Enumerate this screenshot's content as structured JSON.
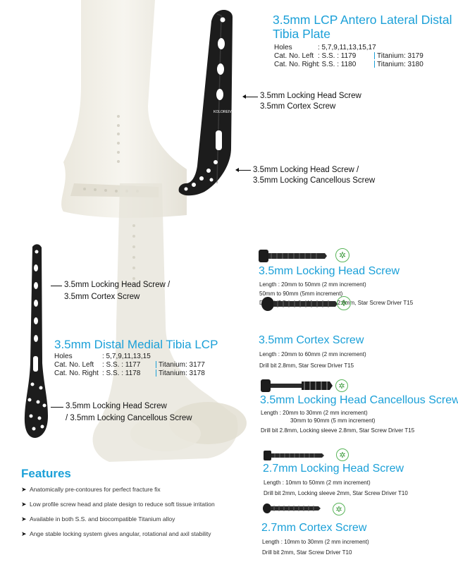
{
  "top_plate": {
    "title_line1": "3.5mm LCP Antero Lateral Distal",
    "title_line2": "Tibia Plate",
    "holes_label": "Holes",
    "holes_value": ": 5,7,9,11,13,15,17",
    "left_label": "Cat. No. Left",
    "left_ss": ": S.S. : 1179",
    "left_ti": "Titanium: 3179",
    "right_label": "Cat. No. Right",
    "right_ss": ": S.S. : 1180",
    "right_ti": "Titanium: 3180",
    "callout1_line1": "3.5mm Locking Head Screw",
    "callout1_line2": "3.5mm Cortex Screw",
    "callout2_line1": "3.5mm Locking Head Screw /",
    "callout2_line2": "3.5mm Locking Cancellous Screw"
  },
  "medial_plate": {
    "title": "3.5mm Distal Medial Tibia LCP",
    "holes_label": "Holes",
    "holes_value": ": 5,7,9,11,13,15",
    "left_label": "Cat. No. Left",
    "left_ss": ": S.S. : 1177",
    "left_ti": "Titanium: 3177",
    "right_label": "Cat. No. Right",
    "right_ss": ": S.S. : 1178",
    "right_ti": "Titanium: 3178",
    "callout1_line1": "3.5mm Locking Head Screw /",
    "callout1_line2": "3.5mm Cortex Screw",
    "callout2_line1": "3.5mm Locking Head Screw",
    "callout2_line2": "/ 3.5mm Locking Cancellous Screw"
  },
  "features": {
    "heading": "Features",
    "items": [
      "Anatomically pre-contoures for perfect fracture fix",
      "Low profile screw head and plate design to reduce soft tissue irritation",
      "Available in both S.S. and biocompatible Titanium alloy",
      "Ange stable locking system gives angular, rotational and axil stability"
    ]
  },
  "screws": [
    {
      "title": "3.5mm Locking Head Screw",
      "lines": [
        "Length : 20mm to 50mm (2 mm increment)",
        "50mm to 90mm (5mm increment)",
        "Drill bit 2.8mm, Locking sleeve 2.8mm, Star Screw Driver T15"
      ]
    },
    {
      "title": "3.5mm Cortex Screw",
      "lines": [
        "Length : 20mm to 60mm (2 mm increment)",
        "Drill bit 2.8mm, Star Screw Driver T15"
      ]
    },
    {
      "title": "3.5mm Locking Head Cancellous Screw",
      "lines": [
        "Length : 20mm to 30mm (2 mm increment)",
        "30mm to 90mm (5 mm increment)",
        "Drill bit 2.8mm, Locking sleeve 2.8mm, Star Screw Driver T15"
      ]
    },
    {
      "title": "2.7mm Locking Head Screw",
      "lines": [
        "Length : 10mm to 50mm (2 mm increment)",
        "Drill bit 2mm, Locking sleeve 2mm, Star Screw Driver T10"
      ]
    },
    {
      "title": "2.7mm Cortex Screw",
      "lines": [
        "Length : 10mm to 30mm (2 mm increment)",
        "Drill bit 2mm, Star Screw Driver T10"
      ]
    }
  ],
  "icons": {
    "star_drive": "star-drive-icon",
    "arrow": "arrow-left-icon",
    "bullet": "arrowhead-bullet-icon"
  },
  "colors": {
    "title_blue": "#1ba0d8",
    "plate_dark": "#1c1c1c",
    "star_green": "#5ab55a",
    "bone": "#ece8dc"
  }
}
